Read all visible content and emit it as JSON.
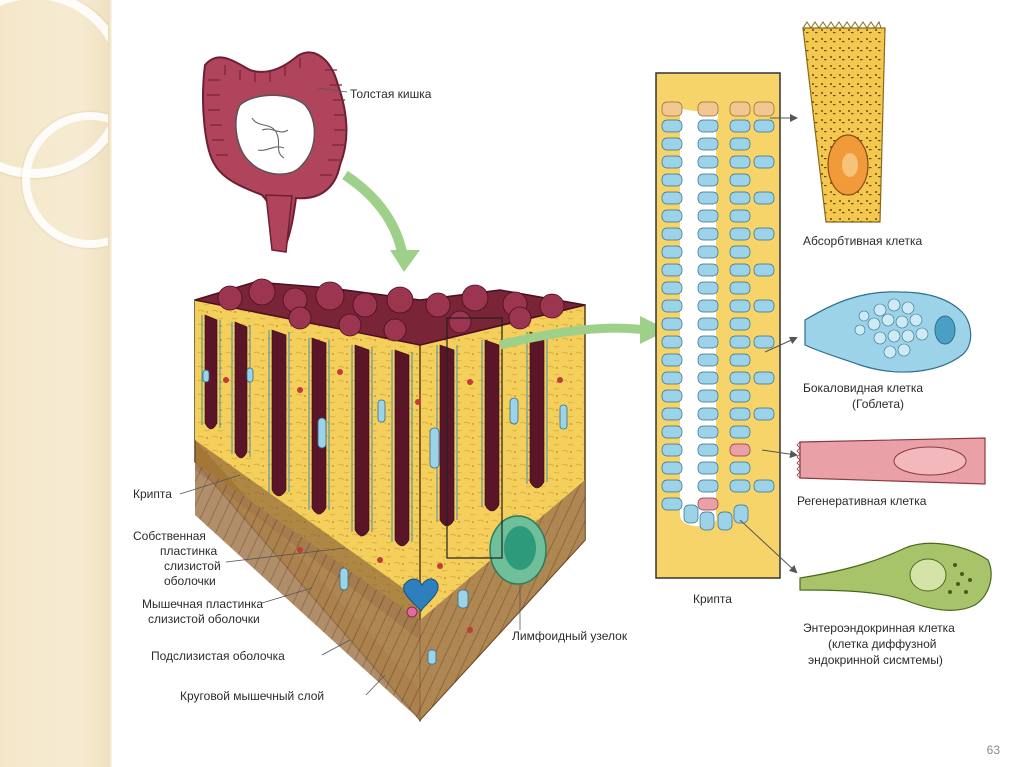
{
  "labels": {
    "colon": "Толстая кишка",
    "absorptive_cell": "Абсорбтивная клетка",
    "goblet_cell_1": "Бокаловидная клетка",
    "goblet_cell_2": "(Гоблета)",
    "regenerative_cell": "Регенеративная клетка",
    "enteroendocrine_1": "Энтероэндокринная клетка",
    "enteroendocrine_2": "(клетка диффузной",
    "enteroendocrine_3": "эндокринной сисмтемы)",
    "crypt_left": "Крипта",
    "crypt_right": "Крипта",
    "lamina_propria_1": "Собственная",
    "lamina_propria_2": "пластинка",
    "lamina_propria_3": "слизистой",
    "lamina_propria_4": "оболочки",
    "muscularis_mucosae_1": "Мышечная пластинка",
    "muscularis_mucosae_2": "слизистой оболочки",
    "submucosa": "Подслизистая оболочка",
    "circular_muscle": "Круговой мышечный слой",
    "lymphoid_nodule": "Лимфоидный узелок"
  },
  "page_number": "63",
  "colors": {
    "panel_bg": "#f4e7c9",
    "colon": "#b0445c",
    "tissue": "#f4cf5c",
    "mucosa_top": "#7a2438",
    "cell_blue": "#9cd3e8",
    "regenerative": "#e9a0a6",
    "enteroendocrine": "#a8c46a",
    "arrow_green": "#9fd08a"
  }
}
